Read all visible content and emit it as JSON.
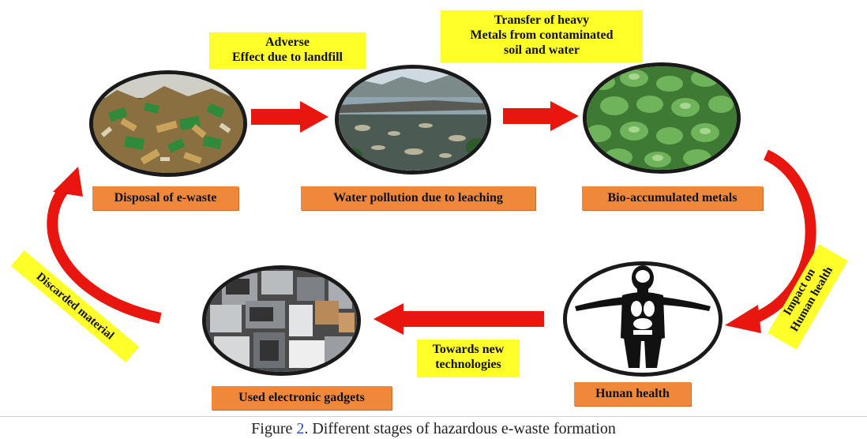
{
  "stages": {
    "disposal": "Disposal of e-waste",
    "water": "Water pollution due to leaching",
    "bio": "Bio-accumulated metals",
    "human": "Hunan health",
    "gadgets": "Used electronic gadgets"
  },
  "annotations": {
    "landfill_line1": "Adverse",
    "landfill_line2": "Effect due to landfill",
    "transfer_line1": "Transfer of heavy",
    "transfer_line2": "Metals from contaminated",
    "transfer_line3": "soil and water",
    "towards_line1": "Towards new",
    "towards_line2": "technologies",
    "impact_line1": "Impact on",
    "impact_line2": "Human health",
    "discarded": "Discarded material"
  },
  "caption": {
    "prefix": "Figure ",
    "number": "2",
    "text": ". Different stages of hazardous e-waste formation"
  },
  "colors": {
    "label_orange": "#f0883c",
    "note_yellow": "#ffff2a",
    "arrow_red": "#e8160f",
    "ref_blue": "#2a55c8"
  }
}
